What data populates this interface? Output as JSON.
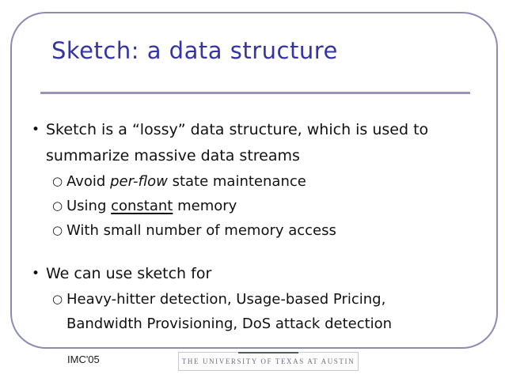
{
  "colors": {
    "title": "#3434a4",
    "frame_border": "#8b8bb5",
    "divider": "#9696b8",
    "body_text": "#111111",
    "logo_text": "#6f6f7c"
  },
  "slide": {
    "title": "Sketch: a data structure",
    "markers": {
      "level1": "•",
      "level2": "○"
    },
    "bullets": {
      "b1_line1": "Sketch is a “lossy” data structure, which is used to",
      "b1_line2": "summarize massive data streams",
      "s1_pre": "Avoid ",
      "s1_italic": "per-flow",
      "s1_post": " state maintenance",
      "s2_pre": "Using ",
      "s2_underline": "constant",
      "s2_post": " memory",
      "s3": "With small number of memory access",
      "b2": "We can use sketch for",
      "s4_line1": "Heavy-hitter detection, Usage-based Pricing,",
      "s4_line2": "Bandwidth Provisioning, DoS attack detection"
    },
    "footer": {
      "conference": "IMC'05",
      "university": "THE UNIVERSITY OF TEXAS AT AUSTIN"
    }
  }
}
